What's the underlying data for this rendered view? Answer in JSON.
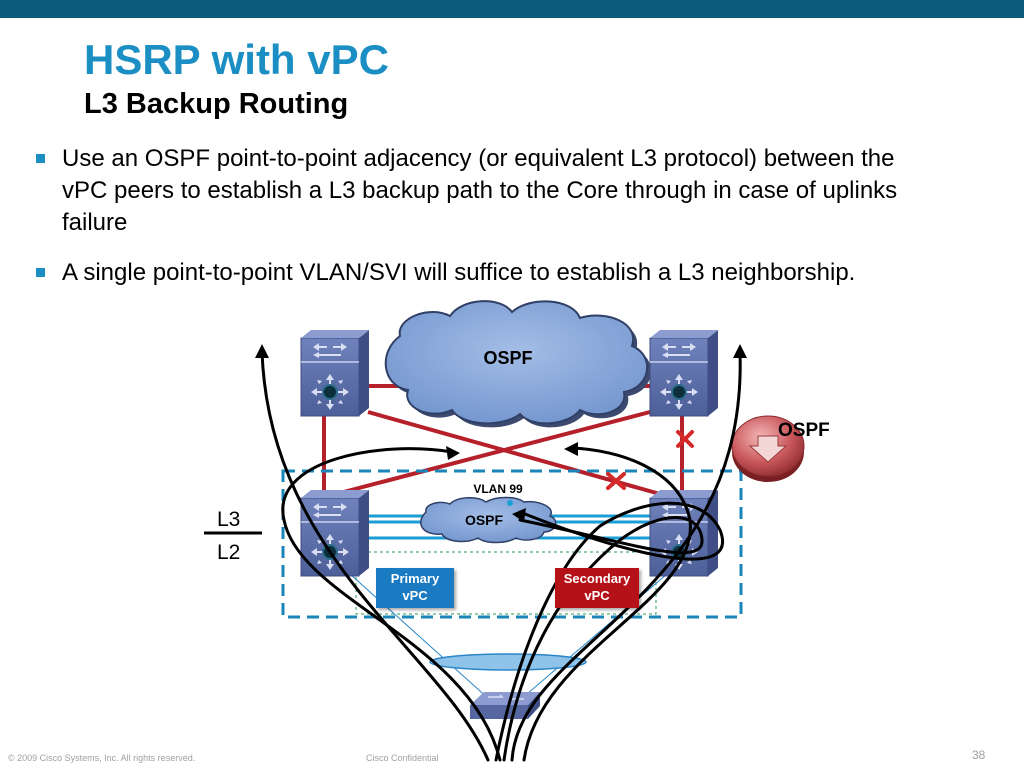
{
  "slide": {
    "title": "HSRP with vPC",
    "subtitle": "L3 Backup Routing",
    "bullets": [
      "Use an OSPF point-to-point adjacency (or equivalent  L3 protocol) between the vPC peers to establish a L3 backup path to the Core through in case of uplinks failure",
      "A single point-to-point VLAN/SVI  will suffice to establish a L3 neighborship."
    ]
  },
  "diagram": {
    "core_cloud_label": "OSPF",
    "small_cloud_label": "OSPF",
    "router_label": "OSPF",
    "vlan_label": "VLAN  99",
    "l3_label": "L3",
    "l2_label": "L2",
    "primary_vpc": "Primary vPC",
    "secondary_vpc": "Secondary vPC",
    "colors": {
      "link": "#b5202b",
      "accent": "#1b8fc4",
      "switch": "#5d6fa8",
      "cloud": "#7a9bd0",
      "primary": "#1a7ac2",
      "secondary": "#b41218"
    }
  },
  "footer": {
    "copyright": "© 2009 Cisco Systems, Inc. All rights reserved.",
    "confidential": "Cisco Confidential",
    "page_number": "38"
  }
}
